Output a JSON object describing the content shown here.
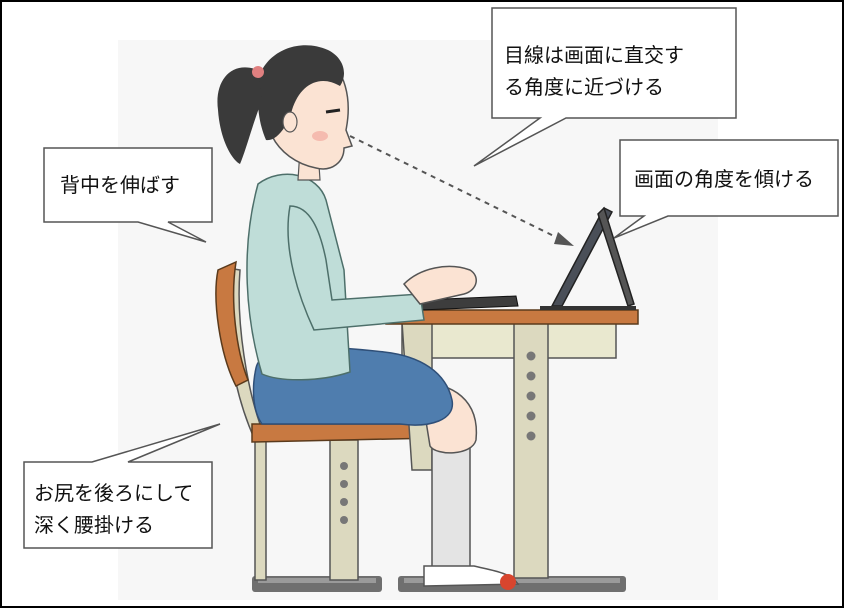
{
  "callouts": {
    "gaze": {
      "line1": "目線は画面に直交す",
      "line2": "る角度に近づける"
    },
    "back": {
      "line1": "背中を伸ばす"
    },
    "screen": {
      "line1": "画面の角度を傾ける"
    },
    "seat": {
      "line1": "お尻を後ろにして",
      "line2": "深く腰掛ける"
    }
  },
  "colors": {
    "background": "#f7f7f7",
    "sweater": "#bfddd8",
    "skirt": "#4f7dae",
    "desk_top": "#c87941",
    "desk_panel": "#e9e8cf",
    "frame_leg": "#dcd9bf",
    "hair": "#3a3a3a",
    "skin": "#fbe3d3",
    "floor_bar": "#6f6f6f"
  }
}
